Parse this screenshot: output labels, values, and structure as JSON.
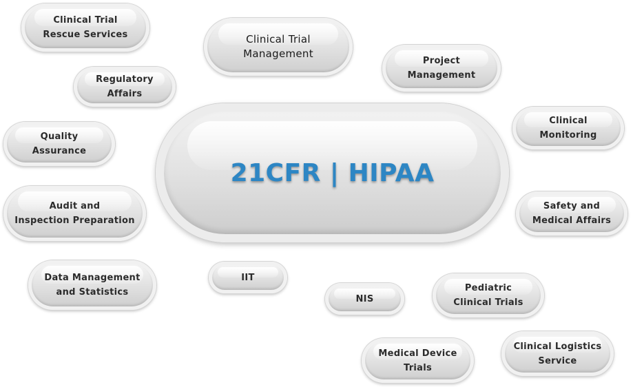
{
  "center": {
    "title": "21CFR | HIPAA"
  },
  "services": {
    "rescue": "Clinical Trial\nRescue Services",
    "ctm": "Clinical Trial\nManagement",
    "project": "Project\nManagement",
    "regulatory": "Regulatory\nAffairs",
    "monitoring": "Clinical\nMonitoring",
    "quality": "Quality\nAssurance",
    "audit": "Audit and\nInspection Preparation",
    "safety": "Safety and\nMedical Affairs",
    "data": "Data Management\nand Statistics",
    "iit": "IIT",
    "nis": "NIS",
    "pediatric": "Pediatric\nClinical Trials",
    "device": "Medical Device\nTrials",
    "logistics": "Clinical Logistics\nService"
  },
  "colors": {
    "title": "#2d86c4",
    "text": "#2b2b2b"
  }
}
